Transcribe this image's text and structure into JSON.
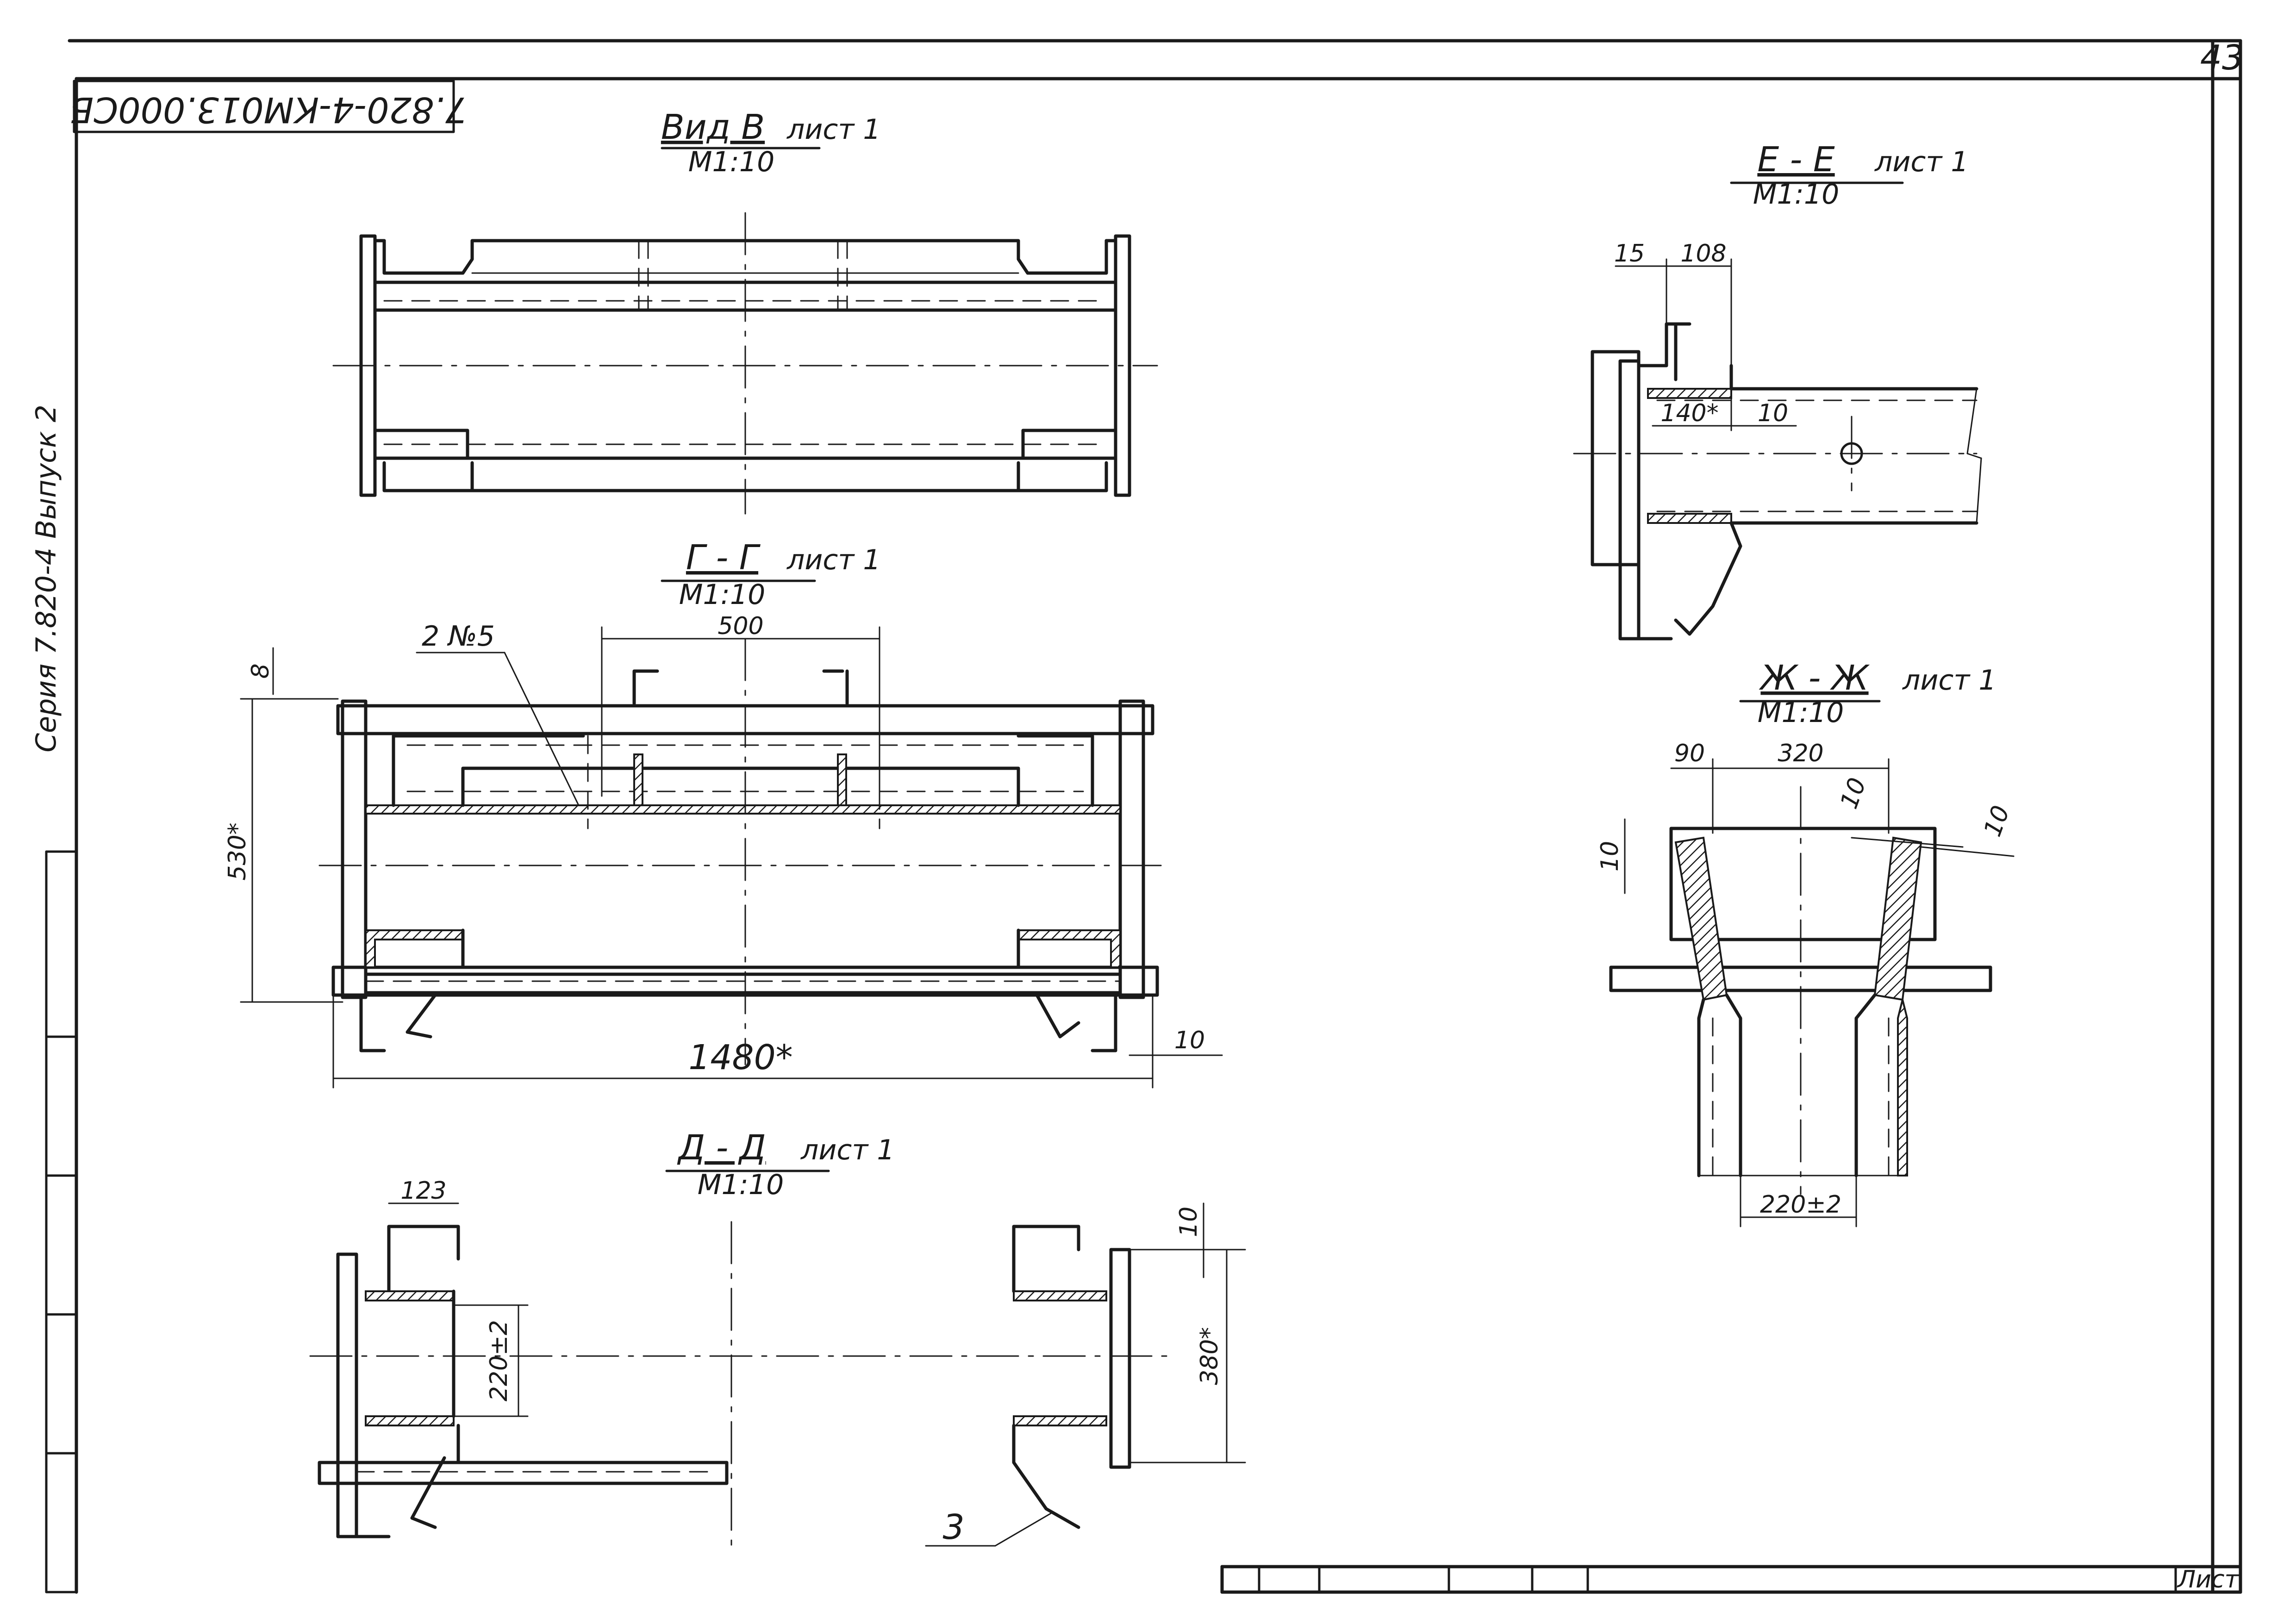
{
  "sheet": {
    "page_number": "43",
    "drawing_code": "7.820-4-КМ013.000СБ",
    "side_text": "Серия 7.820-4   Выпуск 2",
    "title_block_sheet_label": "Лист"
  },
  "views": {
    "vid_v": {
      "title": "Вид В",
      "ref": "лист 1",
      "scale": "М1:10"
    },
    "g_g": {
      "title": "Г - Г",
      "ref": "лист 1",
      "scale": "М1:10",
      "callout": "2 №5",
      "dims": {
        "d500": "500",
        "d8": "8",
        "d530": "530*",
        "d1480": "1480*",
        "d10": "10"
      }
    },
    "d_d": {
      "title": "Д - Д",
      "ref": "лист 1",
      "scale": "М1:10",
      "callout": "3",
      "dims": {
        "d123": "123",
        "d220": "220±2",
        "d10": "10",
        "d380": "380*"
      }
    },
    "e_e": {
      "title": "Е - Е",
      "ref": "лист 1",
      "scale": "М1:10",
      "dims": {
        "d15": "15",
        "d108": "108",
        "d140": "140*",
        "d10": "10"
      }
    },
    "zh_zh": {
      "title": "Ж - Ж",
      "ref": "лист 1",
      "scale": "М1:10",
      "dims": {
        "d90": "90",
        "d320": "320",
        "d10a": "10",
        "d10b": "10",
        "d10c": "10",
        "d220": "220±2"
      }
    }
  }
}
